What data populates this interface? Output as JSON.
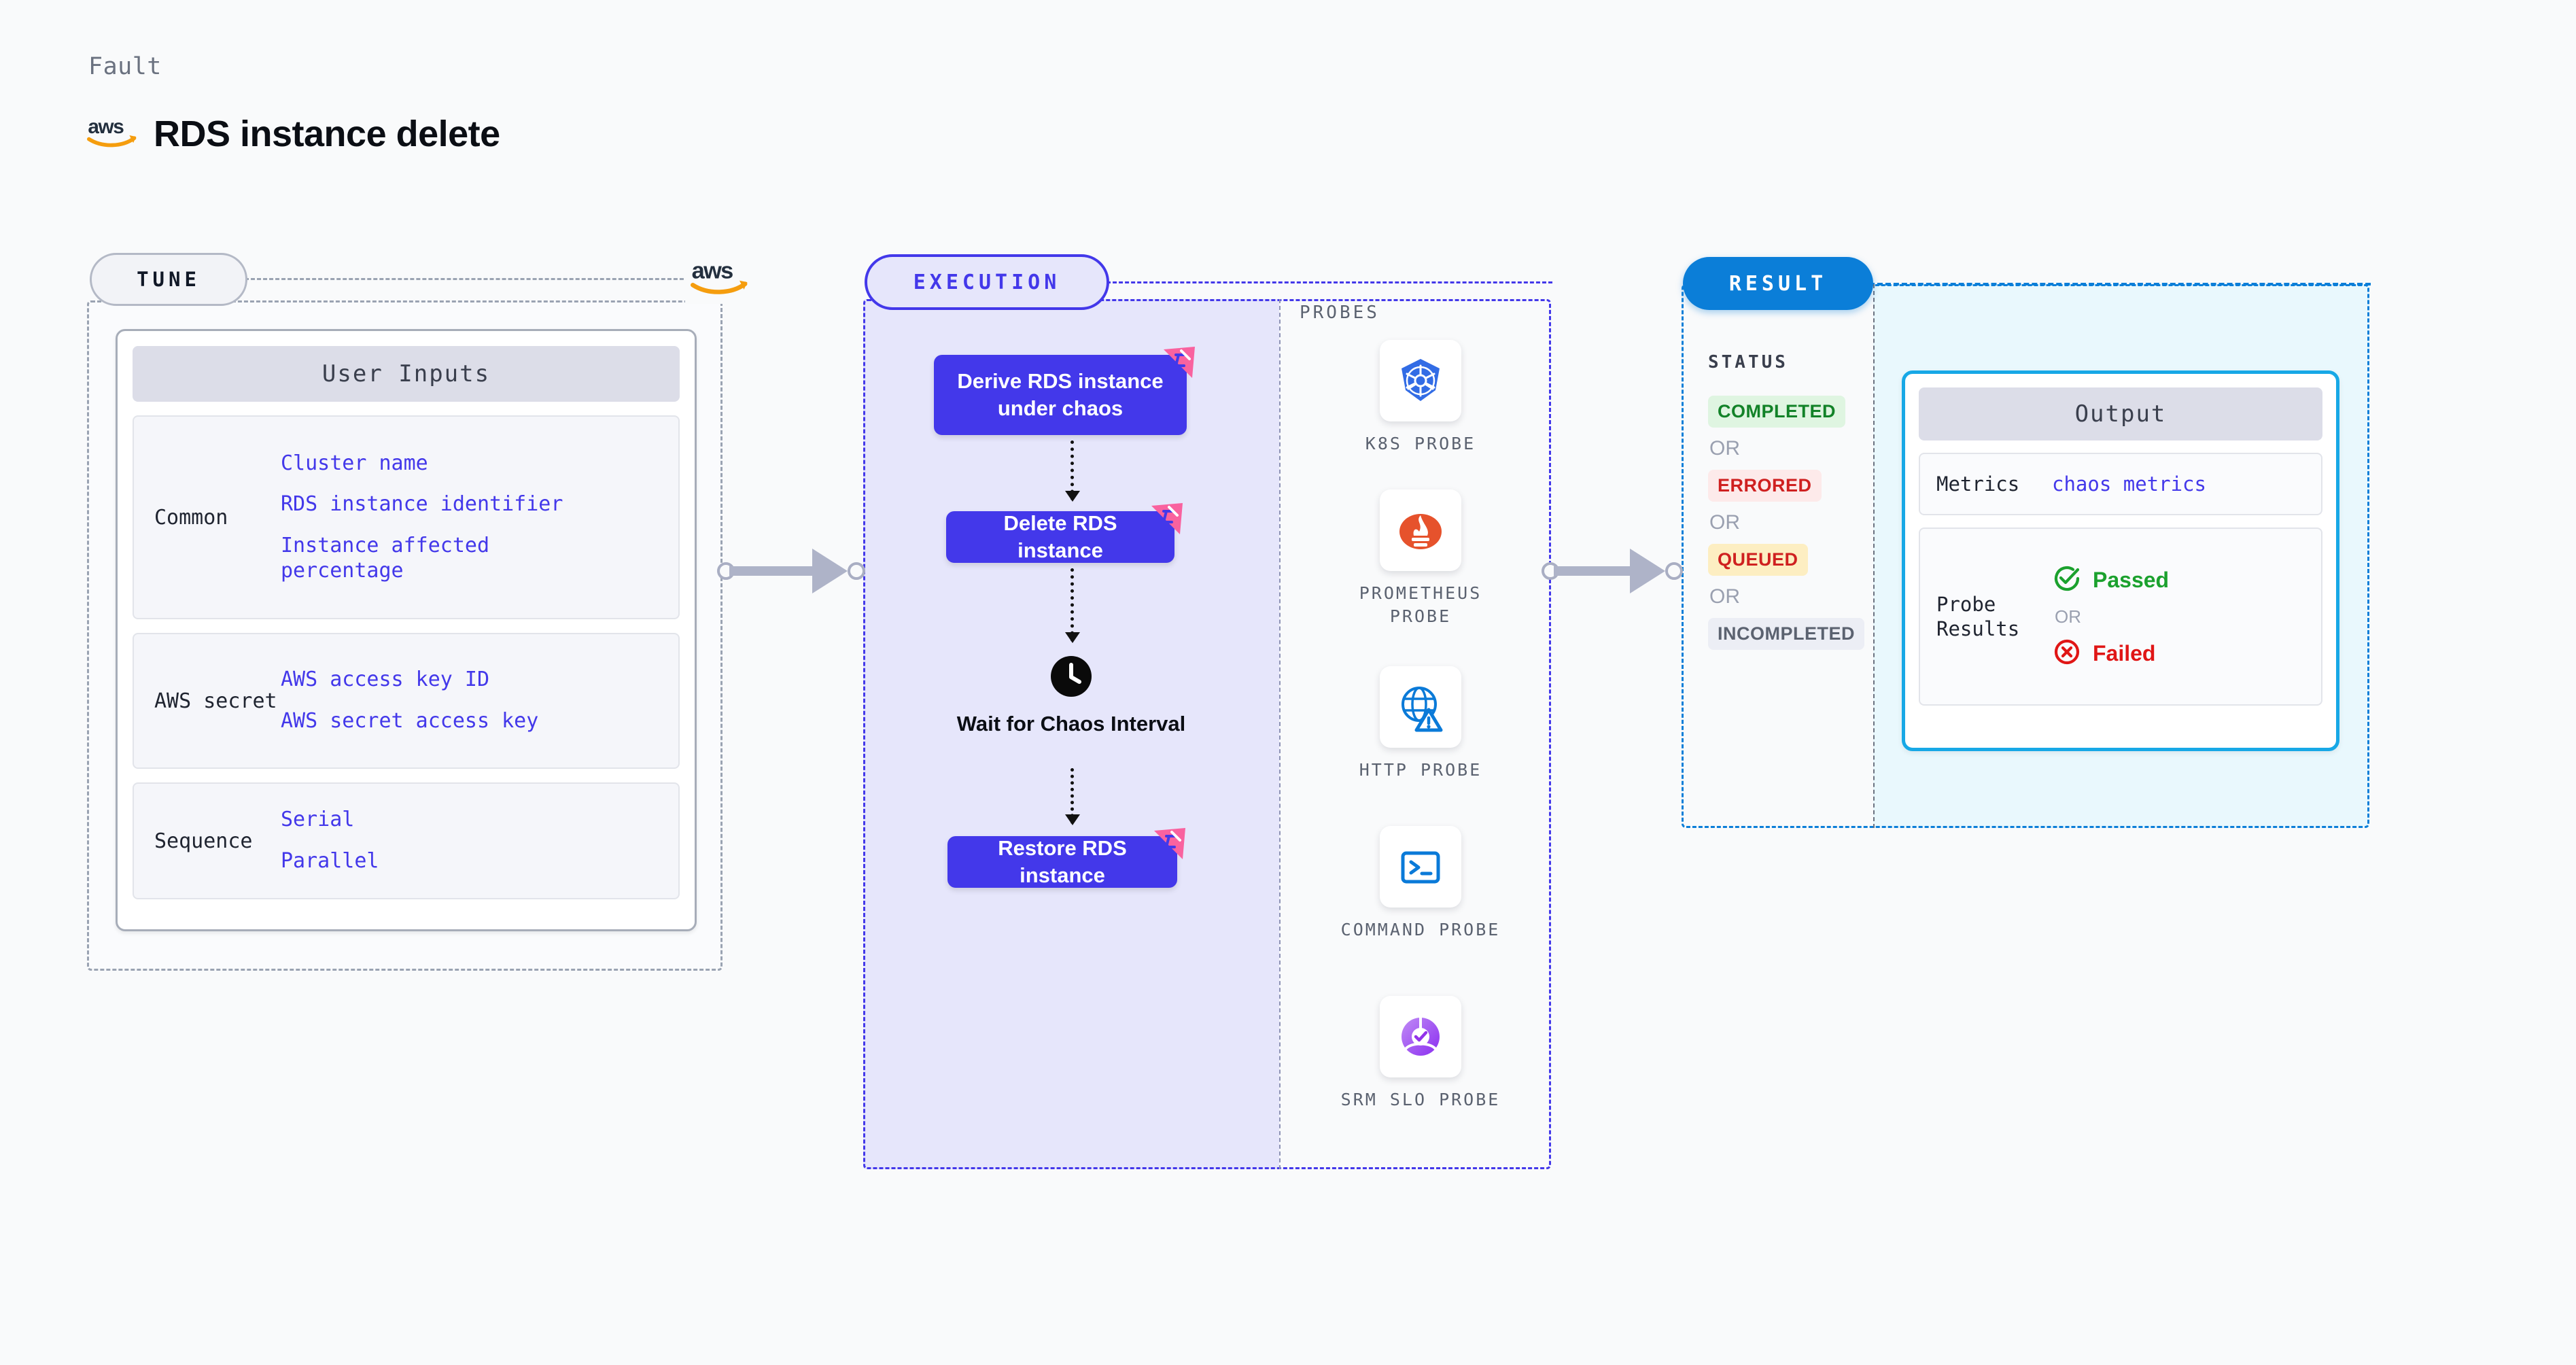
{
  "header": {
    "kicker": "Fault",
    "logo_icon": "aws-logo",
    "title": "RDS instance delete"
  },
  "tune": {
    "pill_label": "TUNE",
    "provider_logo_icon": "aws-logo",
    "card_title": "User Inputs",
    "groups": [
      {
        "label": "Common",
        "values": [
          "Cluster name",
          "RDS instance identifier",
          "Instance affected percentage"
        ]
      },
      {
        "label": "AWS secret",
        "values": [
          "AWS access key ID",
          "AWS secret access key"
        ]
      },
      {
        "label": "Sequence",
        "values": [
          "Serial",
          "Parallel"
        ]
      }
    ]
  },
  "execution": {
    "pill_label": "EXECUTION",
    "steps": [
      {
        "label": "Derive RDS instance under chaos",
        "badge_icon": "chaos-badge-icon"
      },
      {
        "label": "Delete RDS instance",
        "badge_icon": "chaos-badge-icon"
      },
      {
        "label": "Restore RDS instance",
        "badge_icon": "chaos-badge-icon"
      }
    ],
    "wait_node": {
      "icon": "clock-icon",
      "label": "Wait for Chaos Interval"
    }
  },
  "probes": {
    "heading": "PROBES",
    "items": [
      {
        "label": "K8S PROBE",
        "icon": "kubernetes-icon"
      },
      {
        "label": "PROMETHEUS PROBE",
        "icon": "prometheus-icon"
      },
      {
        "label": "HTTP PROBE",
        "icon": "http-globe-warning-icon"
      },
      {
        "label": "COMMAND PROBE",
        "icon": "terminal-icon"
      },
      {
        "label": "SRM SLO PROBE",
        "icon": "srm-slo-icon"
      }
    ]
  },
  "result": {
    "pill_label": "RESULT",
    "status_heading": "STATUS",
    "or_label": "OR",
    "statuses": [
      {
        "label": "COMPLETED",
        "bg": "#dff5e1",
        "fg": "#128228"
      },
      {
        "label": "ERRORED",
        "bg": "#fdeaea",
        "fg": "#cf2020"
      },
      {
        "label": "QUEUED",
        "bg": "#fdeec2",
        "fg": "#cf2020"
      },
      {
        "label": "INCOMPLETED",
        "bg": "#eceef5",
        "fg": "#5b6270"
      }
    ],
    "output": {
      "title": "Output",
      "metrics_label": "Metrics",
      "metrics_value": "chaos metrics",
      "probe_results_label": "Probe Results",
      "or_label": "OR",
      "passed": {
        "label": "Passed",
        "icon": "check-circle-icon",
        "color": "#1ba12e"
      },
      "failed": {
        "label": "Failed",
        "icon": "x-circle-icon",
        "color": "#e01616"
      }
    }
  },
  "colors": {
    "tune_border": "#9aa3b2",
    "execution_accent": "#4338ea",
    "result_accent": "#0b7ed8",
    "output_border": "#17a8e6",
    "chaos_pink": "#f9629f",
    "aws_orange": "#f59d0e",
    "connector": "#aeb3c8"
  }
}
